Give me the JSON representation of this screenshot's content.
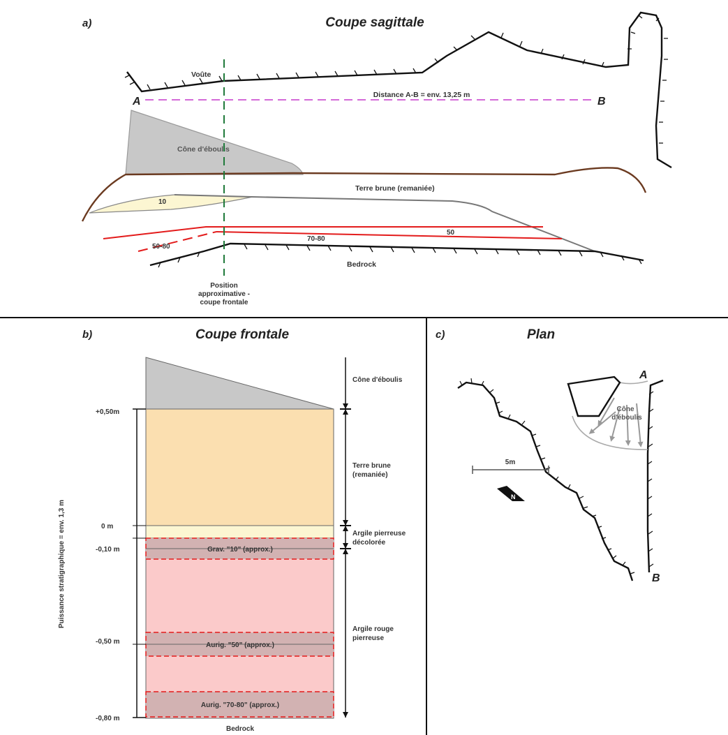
{
  "panel_a": {
    "letter": "a)",
    "title": "Coupe sagittale",
    "vault": "Voûte",
    "point_a": "A",
    "point_b": "B",
    "distance": "Distance A-B = env. 13,25 m",
    "cone": "Cône d'éboulis",
    "terre": "Terre brune (remaniée)",
    "layer10": "10",
    "layer50": "50",
    "layer7080": "70-80",
    "layer5080": "50-80",
    "bedrock": "Bedrock",
    "position": [
      "Position",
      "approximative -",
      "coupe frontale"
    ]
  },
  "panel_b": {
    "letter": "b)",
    "title": "Coupe frontale",
    "depths": [
      "+0,50m",
      "0 m",
      "-0,10 m",
      "-0,50 m",
      "-0,80 m"
    ],
    "thickness": "Puissance stratigraphique = env. 1,3 m",
    "cone": "Cône d'éboulis",
    "terre": [
      "Terre brune",
      "(remaniée)"
    ],
    "argile_pierreuse": [
      "Argile pierreuse",
      "décolorée"
    ],
    "argile_rouge": [
      "Argile rouge",
      "pierreuse"
    ],
    "grav": "Grav. \"10\" (approx.)",
    "aurig50": "Aurig. \"50\" (approx.)",
    "aurig7080": "Aurig. \"70-80\" (approx.)",
    "bedrock": "Bedrock"
  },
  "panel_c": {
    "letter": "c)",
    "title": "Plan",
    "point_a": "A",
    "point_b": "B",
    "cone": [
      "Cône",
      "d'éboulis"
    ],
    "scale": "5m",
    "north": "N"
  },
  "colors": {
    "cone_fill": "#c8c8c8",
    "terre_fill": "#fbdfb0",
    "argile_fill": "#fcf6d2",
    "rouge_fill": "#fbcaca",
    "band_fill": "#d2b2b2",
    "red_line": "#e31b1b",
    "brown_line": "#6b3a20",
    "pink_dash": "#d46ad8",
    "green_dash": "#1f7a3a"
  }
}
